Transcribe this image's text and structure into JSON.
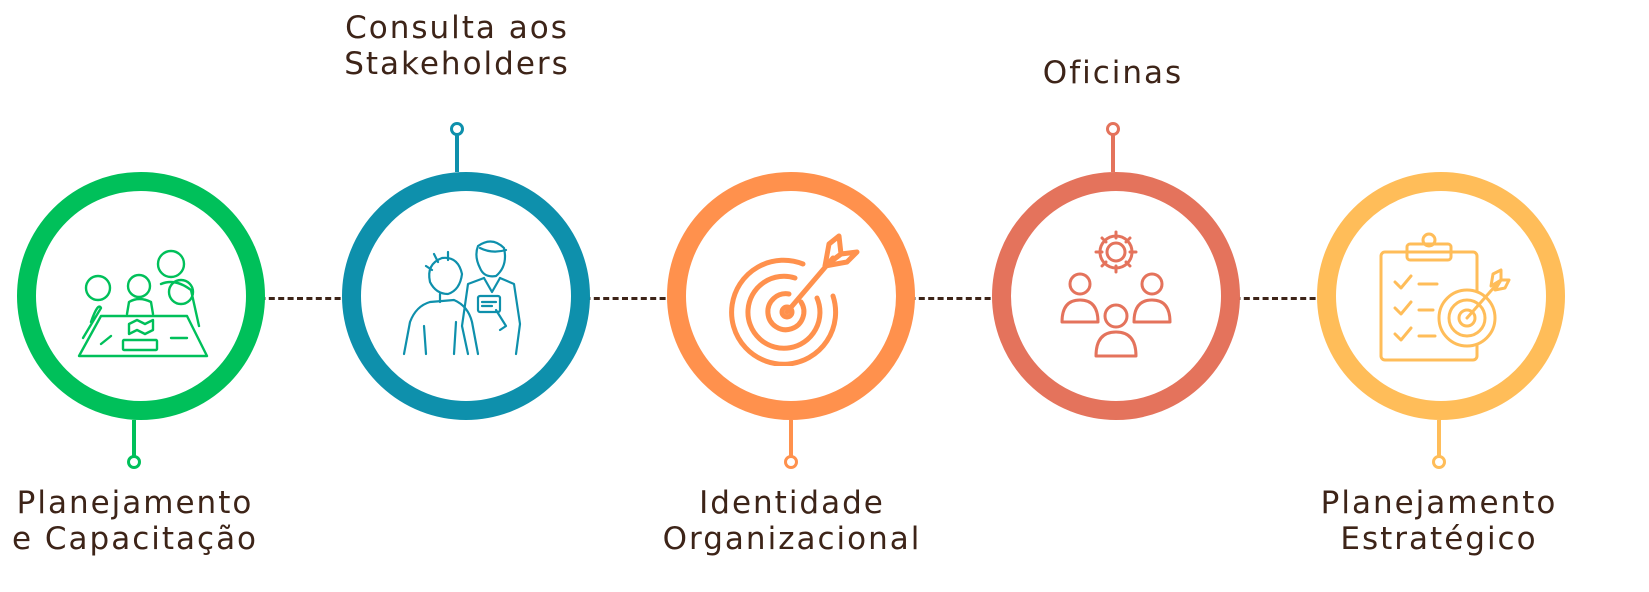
{
  "steps": [
    {
      "label_1": "Planejamento",
      "label_2": "e Capacitação",
      "color": "#00c05a",
      "icon": "team-meeting-icon",
      "label_position": "bottom"
    },
    {
      "label_1": "Consulta aos",
      "label_2": "Stakeholders",
      "color": "#0e90ac",
      "icon": "consultation-icon",
      "label_position": "top"
    },
    {
      "label_1": "Identidade",
      "label_2": "Organizacional",
      "color": "#ff914d",
      "icon": "target-arrow-icon",
      "label_position": "bottom"
    },
    {
      "label_1": "Oficinas",
      "label_2": "",
      "color": "#e4735c",
      "icon": "workshop-group-icon",
      "label_position": "top"
    },
    {
      "label_1": "Planejamento",
      "label_2": "Estratégico",
      "color": "#ffbd59",
      "icon": "checklist-target-icon",
      "label_position": "bottom"
    }
  ],
  "connector_color": "#3d2418",
  "text_color": "#3d2418"
}
